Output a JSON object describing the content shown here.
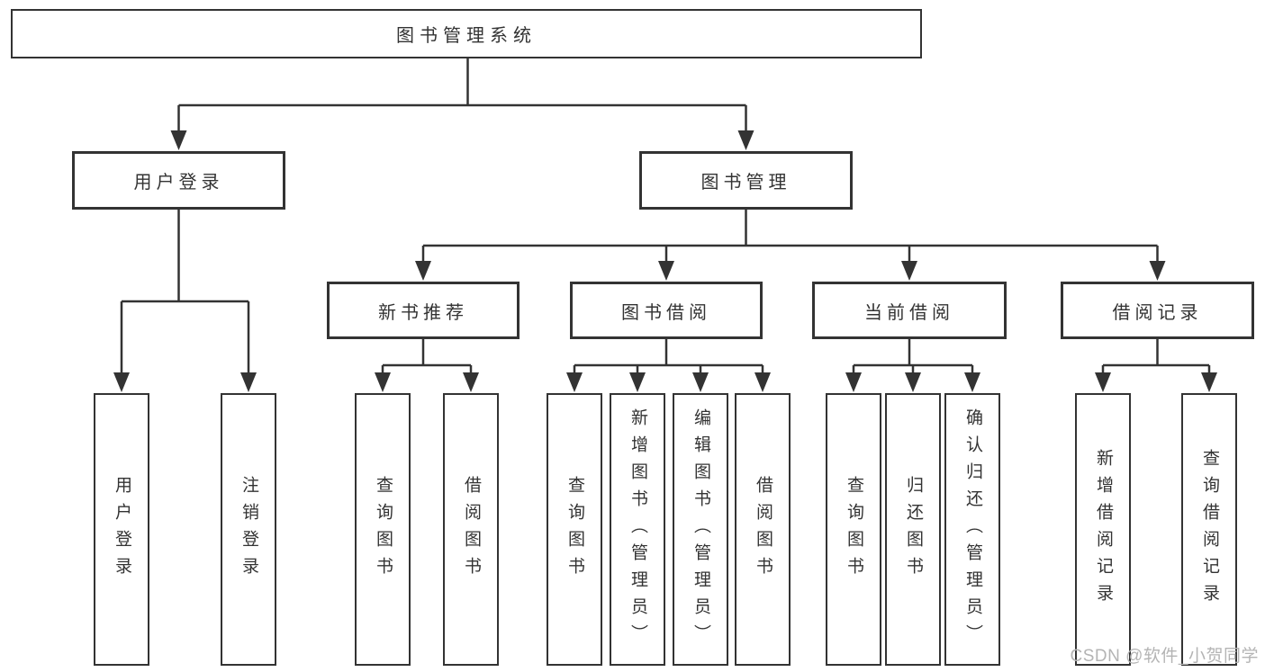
{
  "nodes": {
    "root": "图书管理系统",
    "level2": {
      "user_login": "用户登录",
      "book_management": "图书管理"
    },
    "level3": {
      "new_book_recommendation": "新书推荐",
      "book_borrowing": "图书借阅",
      "current_borrowing": "当前借阅",
      "borrowing_records": "借阅记录"
    },
    "leaves": {
      "user_login": "用户登录",
      "logout": "注销登录",
      "nbr_query_books": "查询图书",
      "nbr_borrow_books": "借阅图书",
      "bb_query_books": "查询图书",
      "bb_add_books_admin": "新增图书（管理员）",
      "bb_edit_books_admin": "编辑图书（管理员）",
      "bb_borrow_books": "借阅图书",
      "cb_query_books": "查询图书",
      "cb_return_books": "归还图书",
      "cb_confirm_return_admin": "确认归还（管理员）",
      "br_add_borrow_record": "新增借阅记录",
      "br_query_borrow_record": "查询借阅记录"
    }
  },
  "watermark": {
    "text": "CSDN @软件_小贺同学"
  },
  "colors": {
    "line": "#333333",
    "node_border": "#333333",
    "node_fill": "#ffffff",
    "text": "#333333",
    "watermark": "#b4b4b4"
  }
}
